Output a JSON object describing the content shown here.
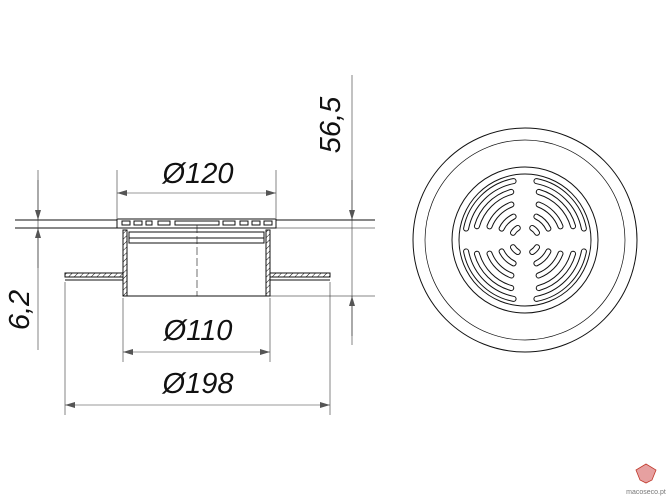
{
  "dimensions": {
    "grate_diameter": "Ø120",
    "body_diameter": "Ø110",
    "flange_diameter": "Ø198",
    "grate_thickness": "6,2",
    "total_height": "56,5"
  },
  "watermark": "macoseco.pt",
  "colors": {
    "line": "#111111",
    "watermark": "#c0392b"
  }
}
